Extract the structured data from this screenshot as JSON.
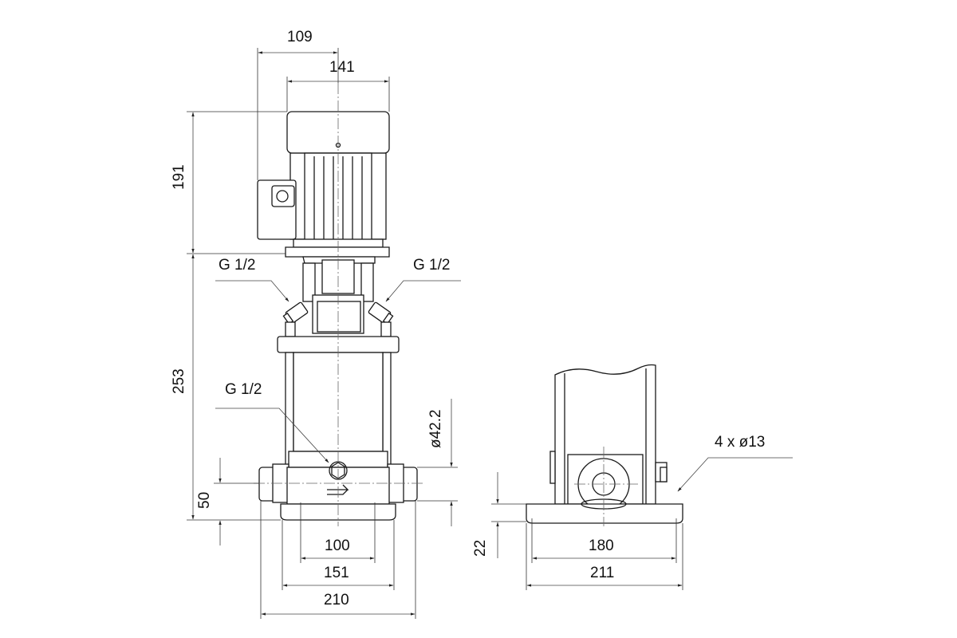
{
  "dimensions": {
    "motor_offset": "109",
    "motor_width": "141",
    "motor_height": "191",
    "pump_height": "253",
    "port_height": "50",
    "port_spacing": "100",
    "base_inner": "151",
    "base_outer": "210",
    "port_diameter": "ø42.2",
    "foot_height": "22",
    "bolt_spacing": "180",
    "base_width_side": "211",
    "bolt_holes": "4 x ø13"
  },
  "threads": {
    "vent_left": "G 1/2",
    "vent_right": "G 1/2",
    "drain": "G 1/2"
  }
}
